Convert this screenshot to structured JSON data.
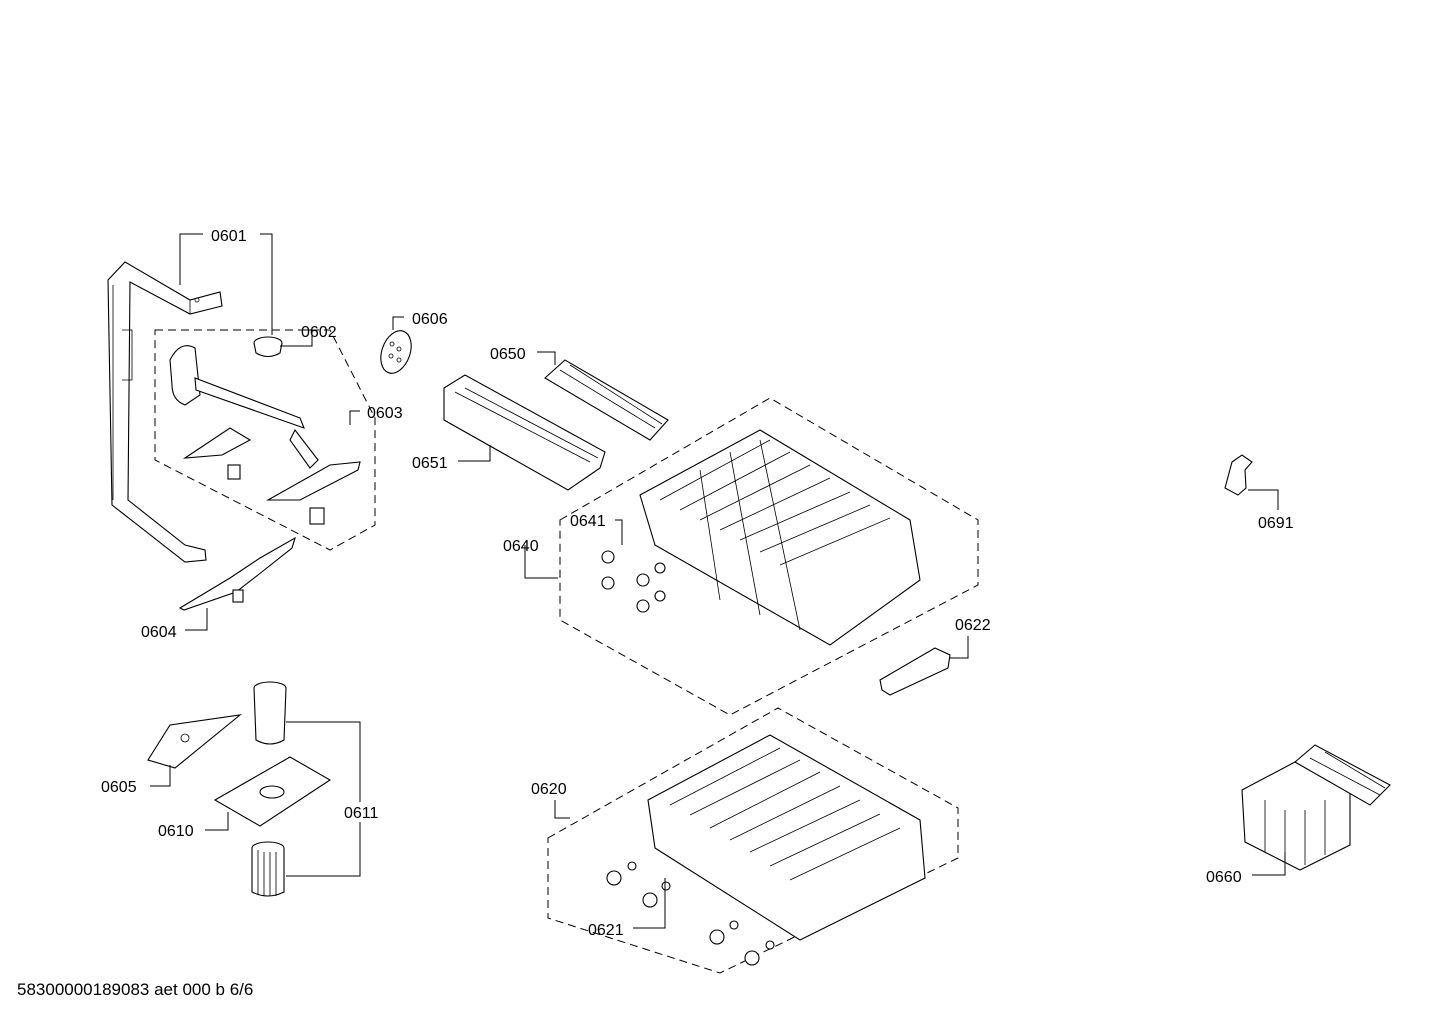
{
  "diagram": {
    "part_labels": {
      "p0601": "0601",
      "p0602": "0602",
      "p0603": "0603",
      "p0604": "0604",
      "p0605": "0605",
      "p0606": "0606",
      "p0610": "0610",
      "p0611": "0611",
      "p0620": "0620",
      "p0621": "0621",
      "p0622": "0622",
      "p0640": "0640",
      "p0641": "0641",
      "p0650": "0650",
      "p0651": "0651",
      "p0660": "0660",
      "p0691": "0691"
    },
    "document_id": "58300000189083 aet 000 b 6/6"
  }
}
